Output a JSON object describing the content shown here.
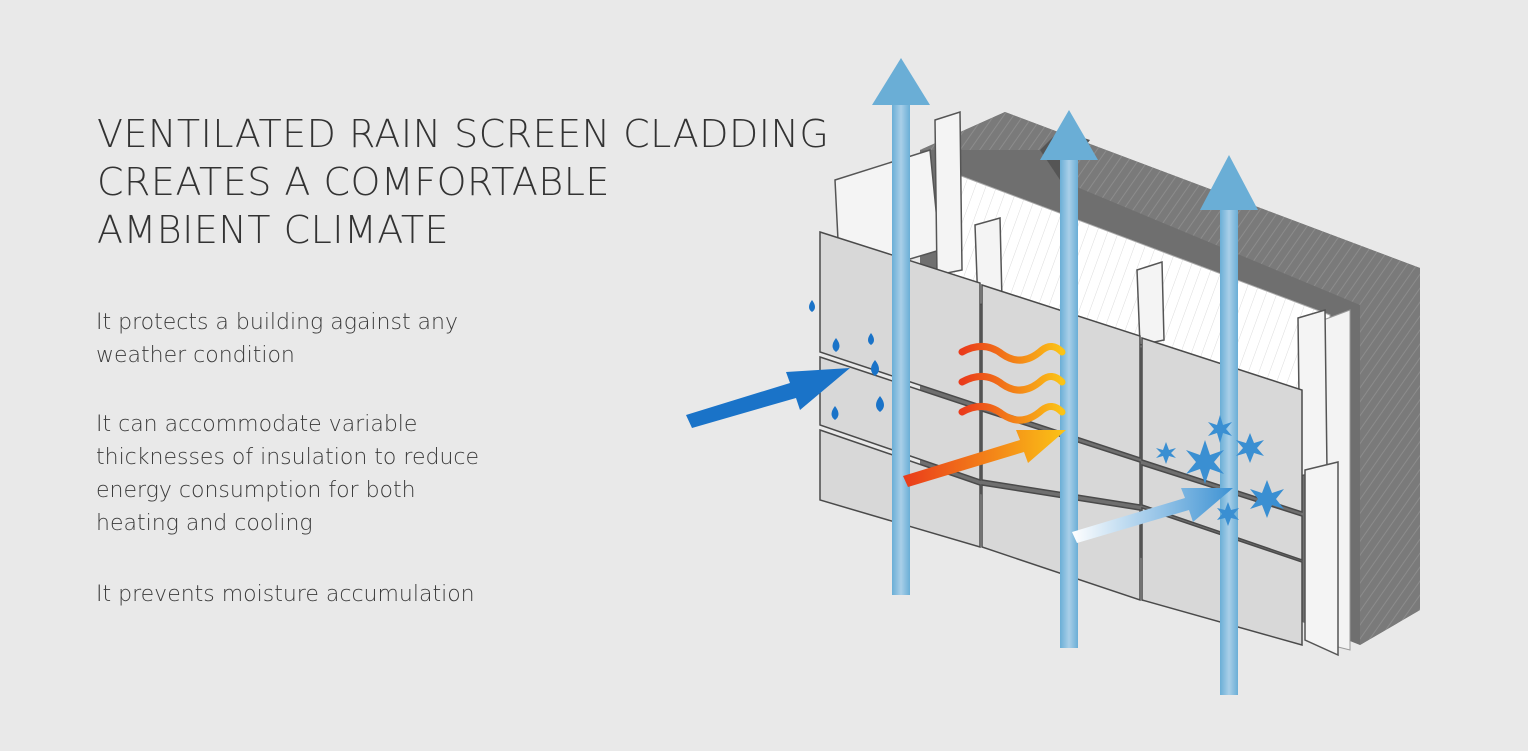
{
  "title": {
    "lines": [
      "VENTILATED RAIN SCREEN CLADDING",
      "CREATES A COMFORTABLE",
      "AMBIENT CLIMATE"
    ]
  },
  "paragraphs": [
    {
      "lines": [
        "It protects a building against any",
        "weather condition"
      ]
    },
    {
      "lines": [
        "It can accommodate variable",
        "thicknesses of insulation to reduce",
        "energy consumption for both",
        "heating and cooling"
      ]
    },
    {
      "lines": [
        "It prevents moisture accumulation"
      ]
    }
  ],
  "colors": {
    "background": "#e9e9e9",
    "wall": "#737373",
    "insulation": "#ffffff",
    "panel": "#d9d9d9",
    "air_flow": "#6aa9d4",
    "rain_wind": "#1a73c8",
    "heat": "#f07a1e",
    "cold": "#4a9fd8"
  },
  "icons": [
    "water-drop-icon",
    "heat-wave-icon",
    "snowflake-icon",
    "arrow-up-icon",
    "wind-arrow-icon"
  ]
}
